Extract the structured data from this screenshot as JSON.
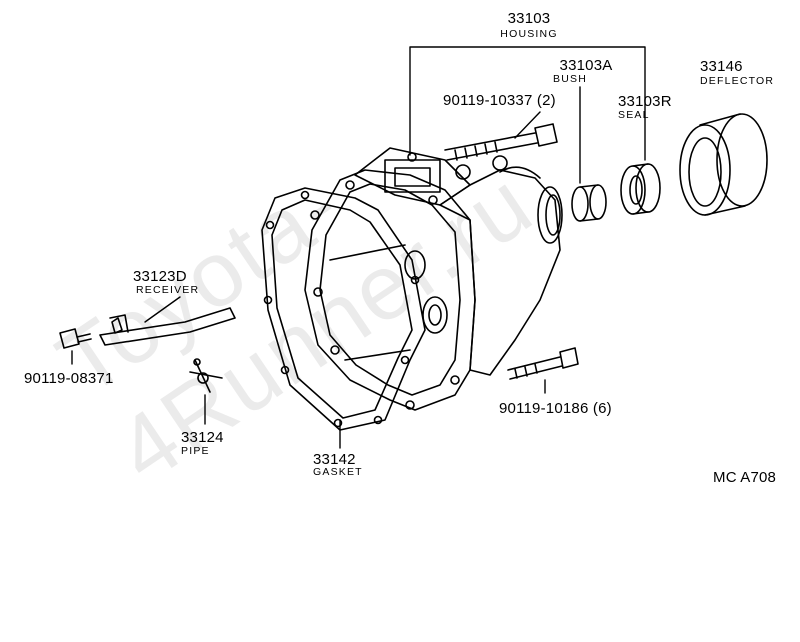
{
  "watermark": "Toyota-4Runner.ru",
  "diagram_code": "MC  A708",
  "parts": {
    "housing": {
      "number": "33103",
      "name": "HOUSING"
    },
    "bush": {
      "number": "33103A",
      "name": "BUSH"
    },
    "seal": {
      "number": "33103R",
      "name": "SEAL"
    },
    "deflector": {
      "number": "33146",
      "name": "DEFLECTOR"
    },
    "bolt_top": {
      "number": "90119-10337 (2)"
    },
    "receiver": {
      "number": "33123D",
      "name": "RECEIVER"
    },
    "bolt_left": {
      "number": "90119-08371"
    },
    "pipe": {
      "number": "33124",
      "name": "PIPE"
    },
    "gasket": {
      "number": "33142",
      "name": "GASKET"
    },
    "bolt_bottom": {
      "number": "90119-10186 (6)"
    }
  }
}
